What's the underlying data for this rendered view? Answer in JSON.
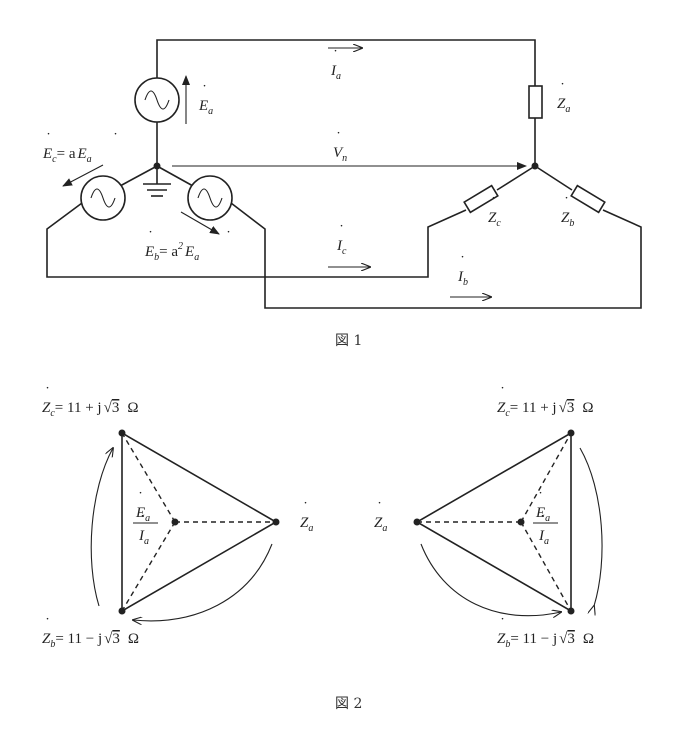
{
  "figure1": {
    "caption": "図 1",
    "I_a": {
      "sym": "I",
      "sub": "a"
    },
    "E_a": {
      "sym": "E",
      "sub": "a"
    },
    "Z_a": {
      "sym": "Z",
      "sub": "a"
    },
    "V_n": {
      "sym": "V",
      "sub": "n"
    },
    "E_c": {
      "sym": "E",
      "sub": "c",
      "eq": "= a",
      "rhs_sym": "E",
      "rhs_sub": "a"
    },
    "E_b": {
      "sym": "E",
      "sub": "b",
      "eq": "= a",
      "exp": "2",
      "rhs_sym": "E",
      "rhs_sub": "a"
    },
    "Z_c": {
      "sym": "Z",
      "sub": "c"
    },
    "Z_b": {
      "sym": "Z",
      "sub": "b"
    },
    "I_c": {
      "sym": "I",
      "sub": "c"
    },
    "I_b": {
      "sym": "I",
      "sub": "b"
    }
  },
  "figure2": {
    "caption": "図 2",
    "left": {
      "Zc": {
        "sym": "Z",
        "sub": "c",
        "value": "= 11 + j",
        "root": "3",
        "unit": "Ω"
      },
      "Zb": {
        "sym": "Z",
        "sub": "b",
        "value": "= 11 − j",
        "root": "3",
        "unit": "Ω"
      },
      "Za": {
        "sym": "Z",
        "sub": "a"
      },
      "ratio": {
        "num_sym": "E",
        "num_sub": "a",
        "den_sym": "I",
        "den_sub": "a"
      }
    },
    "right": {
      "Zc": {
        "sym": "Z",
        "sub": "c",
        "value": "= 11 + j",
        "root": "3",
        "unit": "Ω"
      },
      "Zb": {
        "sym": "Z",
        "sub": "b",
        "value": "= 11 − j",
        "root": "3",
        "unit": "Ω"
      },
      "Za": {
        "sym": "Z",
        "sub": "a"
      },
      "ratio": {
        "num_sym": "E",
        "num_sub": "a",
        "den_sym": "I",
        "den_sub": "a"
      }
    }
  }
}
